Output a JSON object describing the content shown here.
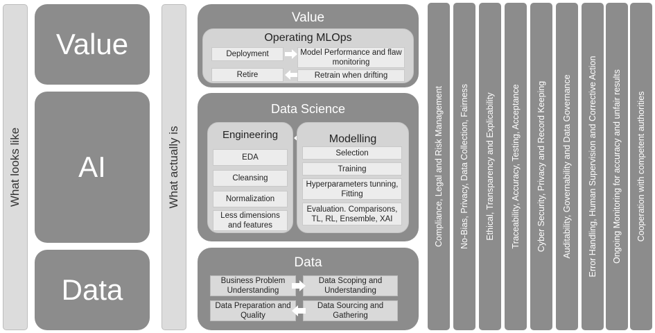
{
  "left_bar": "What looks like",
  "mid_bar": "What actually is",
  "blocks": {
    "value": "Value",
    "ai": "AI",
    "data": "Data"
  },
  "value_panel": {
    "title": "Value",
    "mlops": {
      "title": "Operating MLOps",
      "deployment": "Deployment",
      "monitoring": "Model Performance and flaw monitoring",
      "retire": "Retire",
      "retrain": "Retrain when drifting"
    }
  },
  "ds_panel": {
    "title": "Data Science",
    "engineering": {
      "title": "Engineering",
      "items": [
        "EDA",
        "Cleansing",
        "Normalization",
        "Less dimensions and features"
      ]
    },
    "modelling": {
      "title": "Modelling",
      "items": [
        "Selection",
        "Training",
        "Hyperparameters tunning, Fitting",
        "Evaluation. Comparisons, TL, RL, Ensemble, XAI"
      ]
    }
  },
  "data_panel": {
    "title": "Data",
    "bpu": "Business Problem Understanding",
    "dsu": "Data Scoping and Understanding",
    "dpq": "Data Preparation and Quality",
    "dsg": "Data Sourcing and Gathering"
  },
  "requirements": [
    "Compliance, Legal and Risk Management",
    "No-Bias, Privacy, Data Collection, Fairness",
    "Ethical, Transparency and Explicability",
    "Traceability, Accuracy, Testing, Acceptance",
    "Cyber Security, Privacy and Record Keeping",
    "Auditability, Governability and Data Governance",
    "Error Handling, Human Supervision and Corrective Action",
    "Ongoing Monitoring for accuracy and unfair results",
    "Cooperation with competent authorities"
  ]
}
